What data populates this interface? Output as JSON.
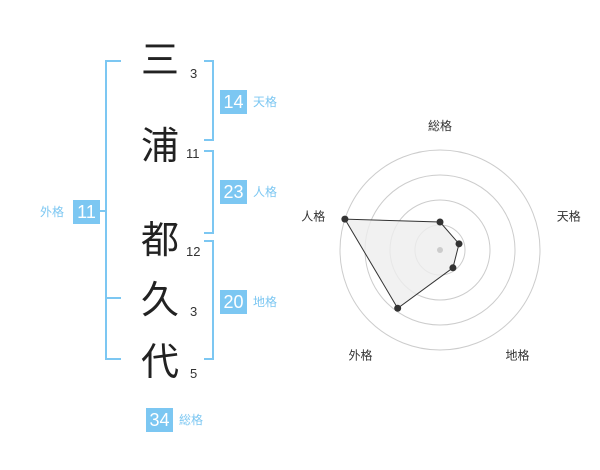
{
  "name": {
    "chars": [
      {
        "kanji": "三",
        "strokes": "3"
      },
      {
        "kanji": "浦",
        "strokes": "11"
      },
      {
        "kanji": "都",
        "strokes": "12"
      },
      {
        "kanji": "久",
        "strokes": "3"
      },
      {
        "kanji": "代",
        "strokes": "5"
      }
    ]
  },
  "kakusu": {
    "tenkaku": {
      "value": "14",
      "label": "天格"
    },
    "jinkaku": {
      "value": "23",
      "label": "人格"
    },
    "chikaku": {
      "value": "20",
      "label": "地格"
    },
    "gaikaku": {
      "value": "11",
      "label": "外格"
    },
    "soukaku": {
      "value": "34",
      "label": "総格"
    }
  },
  "chart_data": {
    "type": "radar",
    "axes": [
      "総格",
      "天格",
      "地格",
      "外格",
      "人格"
    ],
    "values": [
      1.4,
      1,
      1.1,
      3.6,
      5
    ],
    "range": [
      0,
      5
    ],
    "colors": {
      "fill": "#eeeeee",
      "line": "#333333",
      "grid": "#cccccc",
      "accent": "#7cc7f2"
    }
  }
}
